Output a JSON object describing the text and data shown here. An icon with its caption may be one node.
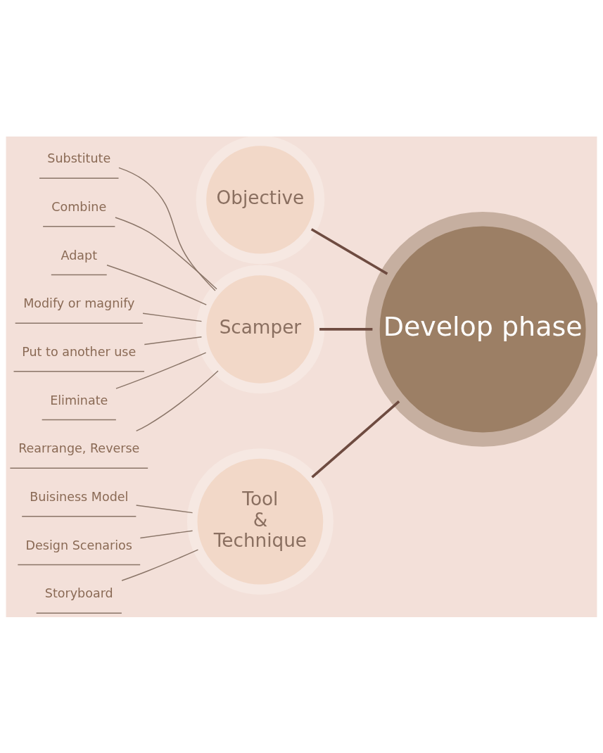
{
  "diagram": {
    "nodes": [
      {
        "text": [
          "Develop phase"
        ]
      },
      {
        "text": [
          "Objective"
        ]
      },
      {
        "text": [
          "Scamper"
        ]
      },
      {
        "text": [
          "Tool & Technique"
        ]
      },
      {
        "text": [
          "Substitute"
        ]
      },
      {
        "text": [
          "Combine"
        ]
      },
      {
        "text": [
          "Adapt"
        ]
      },
      {
        "text": [
          "Modify or magnify"
        ]
      },
      {
        "text": [
          "Put to another use"
        ]
      },
      {
        "text": [
          "Eliminate"
        ]
      },
      {
        "text": [
          "Rearrange, Reverse"
        ]
      },
      {
        "text": [
          "Buisiness Model"
        ]
      },
      {
        "text": [
          "Design Scenarios"
        ]
      },
      {
        "text": [
          "Storyboard"
        ]
      }
    ],
    "edges": [
      {
        "from": 0,
        "to": 1,
        "arrow": "none",
        "style": "thick",
        "color": "#6e4b40"
      },
      {
        "from": 0,
        "to": 2,
        "arrow": "none",
        "style": "thick",
        "color": "#6e4b40"
      },
      {
        "from": 0,
        "to": 3,
        "arrow": "none",
        "style": "thick",
        "color": "#6e4b40"
      },
      {
        "from": 2,
        "to": 4,
        "arrow": "none"
      },
      {
        "from": 2,
        "to": 5,
        "arrow": "none"
      },
      {
        "from": 2,
        "to": 6,
        "arrow": "none"
      },
      {
        "from": 2,
        "to": 7,
        "arrow": "none"
      },
      {
        "from": 2,
        "to": 8,
        "arrow": "none"
      },
      {
        "from": 2,
        "to": 9,
        "arrow": "none"
      },
      {
        "from": 2,
        "to": 10,
        "arrow": "none"
      },
      {
        "from": 3,
        "to": 11,
        "arrow": "none"
      },
      {
        "from": 3,
        "to": 12,
        "arrow": "none"
      },
      {
        "from": 3,
        "to": 13,
        "arrow": "none"
      }
    ]
  }
}
